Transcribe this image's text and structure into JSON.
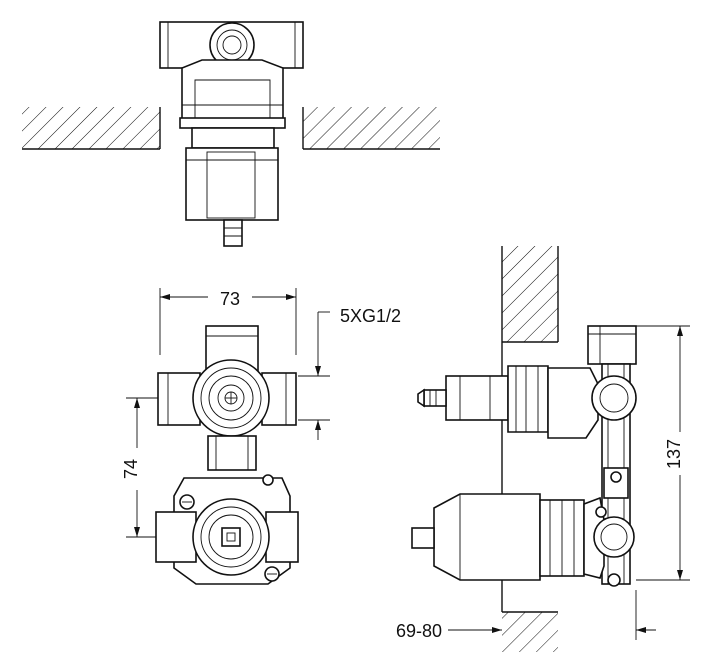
{
  "dimensions": {
    "width_label": "73",
    "thread_label": "5XG1/2",
    "height_label": "74",
    "total_height_label": "137",
    "depth_label": "69-80"
  }
}
